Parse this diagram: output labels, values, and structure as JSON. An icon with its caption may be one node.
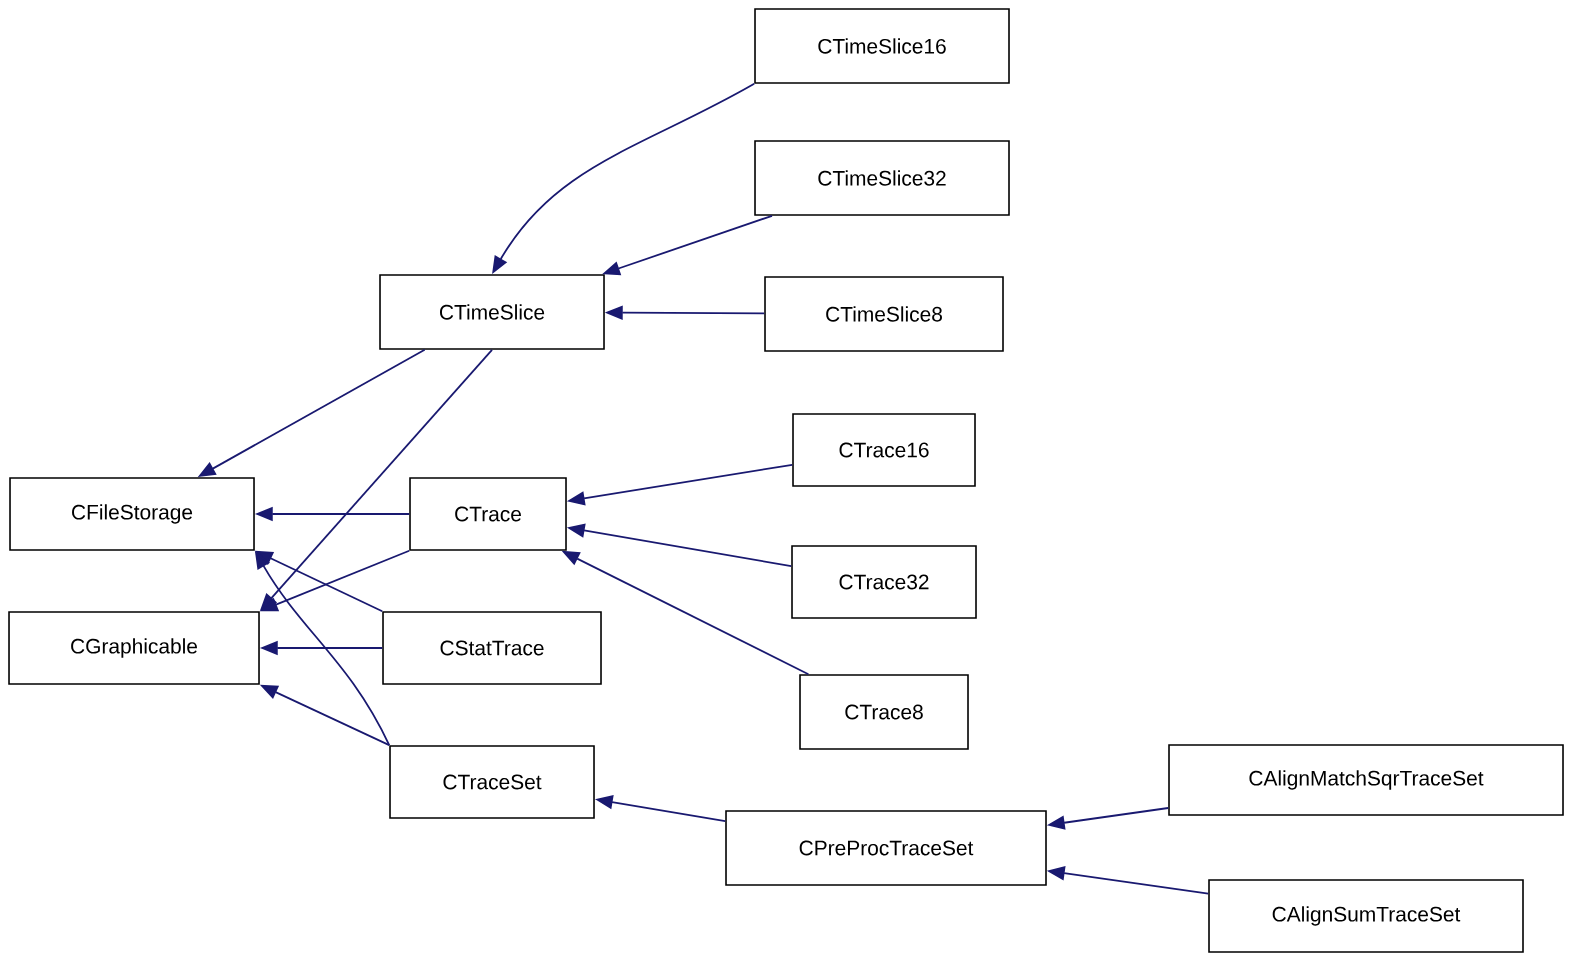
{
  "diagram": {
    "nodes": [
      {
        "text": [
          "CTimeSlice16"
        ]
      },
      {
        "text": [
          "CTimeSlice32"
        ]
      },
      {
        "text": [
          "CTimeSlice"
        ]
      },
      {
        "text": [
          "CTimeSlice8"
        ]
      },
      {
        "text": [
          "CTrace16"
        ]
      },
      {
        "text": [
          "CFileStorage"
        ]
      },
      {
        "text": [
          "CTrace"
        ]
      },
      {
        "text": [
          "CTrace32"
        ]
      },
      {
        "text": [
          "CGraphicable"
        ]
      },
      {
        "text": [
          "CStatTrace"
        ]
      },
      {
        "text": [
          "CTrace8"
        ]
      },
      {
        "text": [
          "CTraceSet"
        ]
      },
      {
        "text": [
          "CPreProcTraceSet"
        ]
      },
      {
        "text": [
          "CAlignMatchSqrTraceSet"
        ]
      },
      {
        "text": [
          "CAlignSumTraceSet"
        ]
      }
    ],
    "edges": [
      {
        "from": 0,
        "to": 2,
        "arrow": "to"
      },
      {
        "from": 1,
        "to": 2,
        "arrow": "to"
      },
      {
        "from": 3,
        "to": 2,
        "arrow": "to"
      },
      {
        "from": 2,
        "to": 5,
        "arrow": "to"
      },
      {
        "from": 2,
        "to": 8,
        "arrow": "to"
      },
      {
        "from": 4,
        "to": 6,
        "arrow": "to"
      },
      {
        "from": 7,
        "to": 6,
        "arrow": "to"
      },
      {
        "from": 10,
        "to": 6,
        "arrow": "to"
      },
      {
        "from": 6,
        "to": 5,
        "arrow": "to"
      },
      {
        "from": 6,
        "to": 8,
        "arrow": "to"
      },
      {
        "from": 9,
        "to": 8,
        "arrow": "to"
      },
      {
        "from": 9,
        "to": 5,
        "arrow": "to"
      },
      {
        "from": 11,
        "to": 8,
        "arrow": "to"
      },
      {
        "from": 11,
        "to": 5,
        "arrow": "to"
      },
      {
        "from": 12,
        "to": 11,
        "arrow": "to"
      },
      {
        "from": 13,
        "to": 12,
        "arrow": "to"
      },
      {
        "from": 14,
        "to": 12,
        "arrow": "to"
      }
    ]
  }
}
